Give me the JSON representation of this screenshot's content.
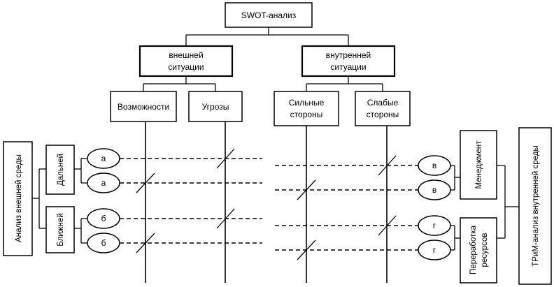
{
  "root": "SWOT-анализ",
  "level1": {
    "external": [
      "внешней",
      "ситуации"
    ],
    "internal": [
      "внутренней",
      "ситуации"
    ]
  },
  "columns": {
    "opportunities": [
      "Возможности"
    ],
    "threats": [
      "Угрозы"
    ],
    "strengths": [
      "Сильные",
      "стороны"
    ],
    "weaknesses": [
      "Слабые",
      "стороны"
    ]
  },
  "left": {
    "title": "Анализ внешней среды",
    "far": "Дальней",
    "near": "Ближней",
    "nodes": [
      "а",
      "а",
      "б",
      "б"
    ]
  },
  "right": {
    "title": "ТРиМ-анализ внутренней среды",
    "management": "Менеджмент",
    "resources": [
      "Переработка",
      "ресурсов"
    ],
    "nodes": [
      "в",
      "в",
      "г",
      "г"
    ]
  }
}
